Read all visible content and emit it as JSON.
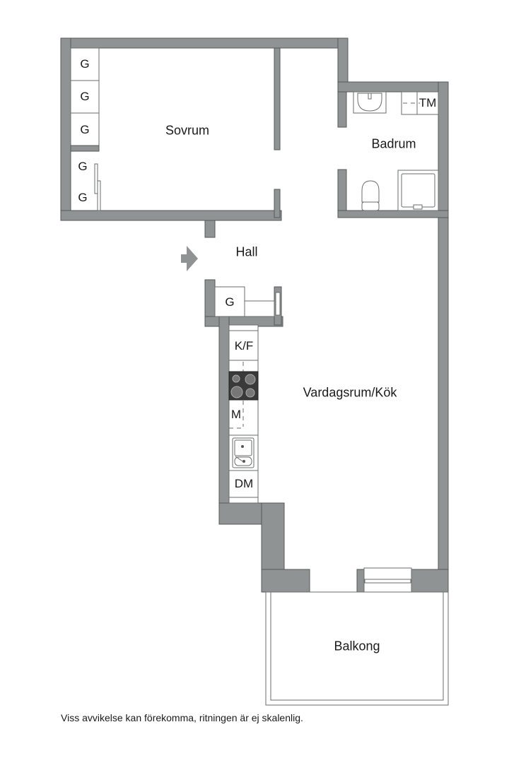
{
  "floorplan": {
    "rooms": {
      "sovrum": "Sovrum",
      "badrum": "Badrum",
      "hall": "Hall",
      "vardagsrum_kok": "Vardagsrum/Kök",
      "balkong": "Balkong"
    },
    "fixtures": {
      "wardrobe": "G",
      "washing_machine": "TM",
      "fridge_freezer": "K/F",
      "microwave": "M",
      "dishwasher": "DM"
    },
    "icons": {
      "entrance": "entrance-arrow-icon"
    },
    "colors": {
      "wall": "#909393",
      "wall_outline": "#555858",
      "background": "#ffffff",
      "stove": "#3a3a3a"
    }
  },
  "footer": {
    "disclaimer": "Viss avvikelse kan förekomma, ritningen är ej skalenlig."
  }
}
